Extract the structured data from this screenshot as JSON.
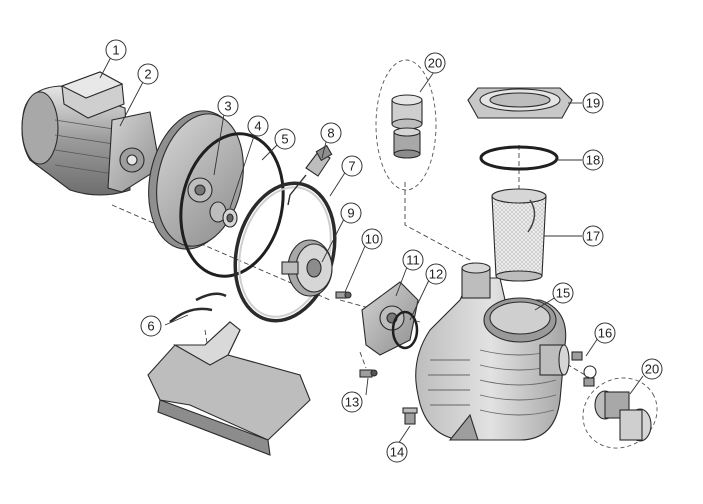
{
  "callouts": [
    {
      "id": "1",
      "label": "1"
    },
    {
      "id": "2",
      "label": "2"
    },
    {
      "id": "3",
      "label": "3"
    },
    {
      "id": "4",
      "label": "4"
    },
    {
      "id": "5",
      "label": "5"
    },
    {
      "id": "6",
      "label": "6"
    },
    {
      "id": "7",
      "label": "7"
    },
    {
      "id": "8",
      "label": "8"
    },
    {
      "id": "9",
      "label": "9"
    },
    {
      "id": "10",
      "label": "10"
    },
    {
      "id": "11",
      "label": "11"
    },
    {
      "id": "12",
      "label": "12"
    },
    {
      "id": "13",
      "label": "13"
    },
    {
      "id": "14",
      "label": "14"
    },
    {
      "id": "15",
      "label": "15"
    },
    {
      "id": "16",
      "label": "16"
    },
    {
      "id": "17",
      "label": "17"
    },
    {
      "id": "18",
      "label": "18"
    },
    {
      "id": "19",
      "label": "19"
    },
    {
      "id": "20a",
      "label": "20"
    },
    {
      "id": "20b",
      "label": "20"
    }
  ],
  "colors": {
    "line": "#2b2b2b",
    "part_light": "#d9d9d9",
    "part_mid": "#bdbdbd",
    "part_dark": "#8c8c8c",
    "background": "#ffffff"
  }
}
